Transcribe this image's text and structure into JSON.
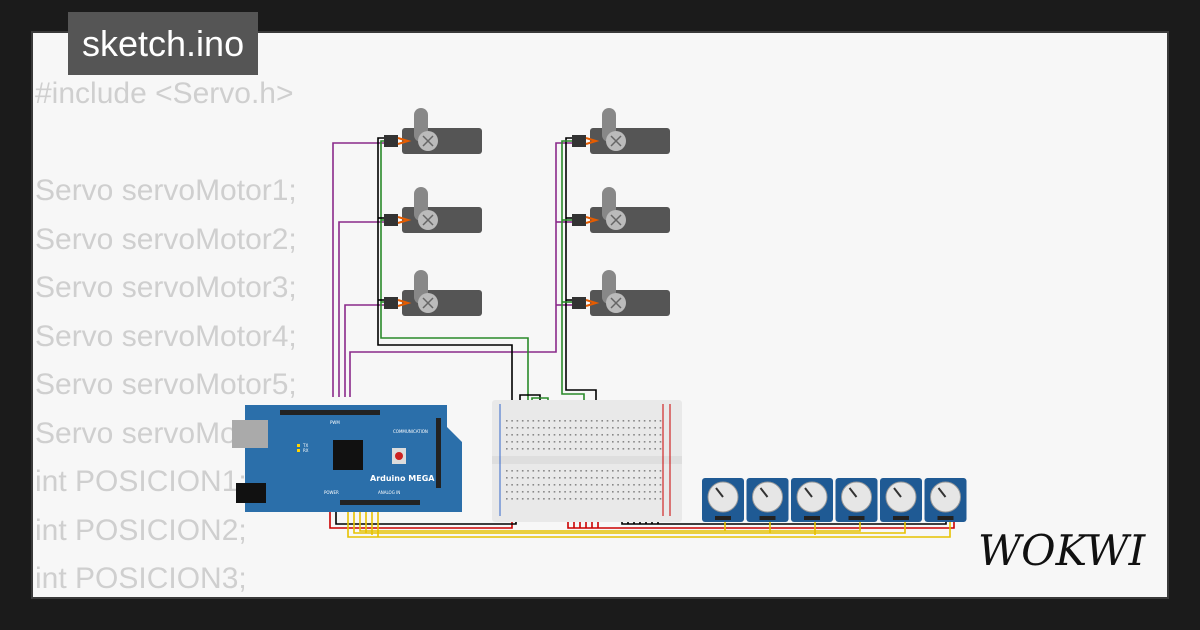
{
  "tab": {
    "title": "sketch.ino"
  },
  "code": {
    "lines": [
      "#include <Servo.h>",
      "",
      "Servo servoMotor1;",
      "Servo servoMotor2;",
      "Servo servoMotor3;",
      "Servo servoMotor4;",
      "Servo servoMotor5;",
      "Servo servoMotor6;",
      "int POSICION1;",
      "int POSICION2;",
      "int POSICION3;"
    ]
  },
  "board": {
    "name": "Arduino MEGA",
    "header_top": "COMMUNICATION",
    "header_pwm": "PWM",
    "header_power": "POWER",
    "header_analog": "ANALOG IN",
    "led_tx": "TX",
    "led_rx": "RX"
  },
  "colors": {
    "board": "#2b6faa",
    "servo": "#555555",
    "pot": "#1f5a94",
    "wire_purple": "#8a2a8a",
    "wire_black": "#000000",
    "wire_green": "#2a8a2a",
    "wire_red": "#cc0000",
    "wire_yellow": "#e6c200"
  },
  "brand": {
    "logo": "WOKWI"
  }
}
